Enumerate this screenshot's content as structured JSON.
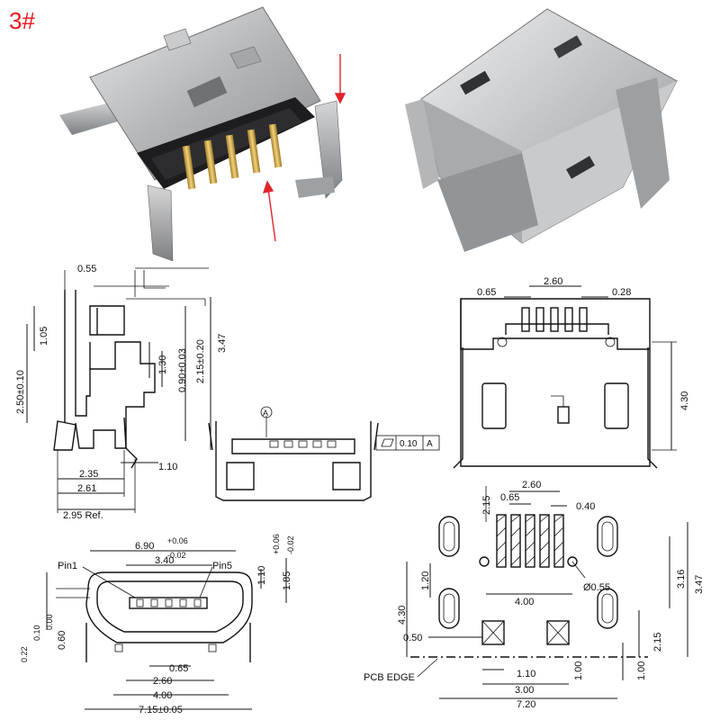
{
  "product_label": "3#",
  "colors": {
    "label": "#e8141b",
    "arrow": "#e0242b",
    "line": "#111111",
    "metal": "#b9bbbd"
  },
  "photos": {
    "left_alt": "micro USB connector front view with gold pins",
    "right_alt": "micro USB connector rear view"
  },
  "side_view": {
    "dims": [
      "0.55",
      "1.05",
      "1.30",
      "0.90±0.03",
      "2.15±0.20",
      "3.47",
      "2.50±0.10",
      "2.35",
      "1.10",
      "2.61",
      "2.95 Ref."
    ]
  },
  "front_small": {
    "datum": "A",
    "tolerance": "0.10",
    "datum_ref": "A"
  },
  "top_view": {
    "dims": [
      "0.65",
      "2.60",
      "0.28",
      "4.30"
    ]
  },
  "front_view": {
    "dims": [
      "6.90",
      "+0.06",
      "-0.02",
      "3.40",
      "1.10",
      "1.85",
      "+0.06",
      "-0.02",
      "0.10",
      "0.00",
      "0.22",
      "0.60",
      "0.65",
      "2.60",
      "4.00",
      "7.15±0.05"
    ],
    "pin1": "Pin1",
    "pin5": "Pin5"
  },
  "footprint": {
    "dims": [
      "2.15",
      "2.60",
      "0.65",
      "0.40",
      "1.20",
      "Ø0.55",
      "3.16",
      "3.47",
      "4.00",
      "4.30",
      "0.50",
      "1.10",
      "3.00",
      "7.20",
      "1.00",
      "2.15",
      "1.00"
    ],
    "edge": "PCB EDGE"
  }
}
